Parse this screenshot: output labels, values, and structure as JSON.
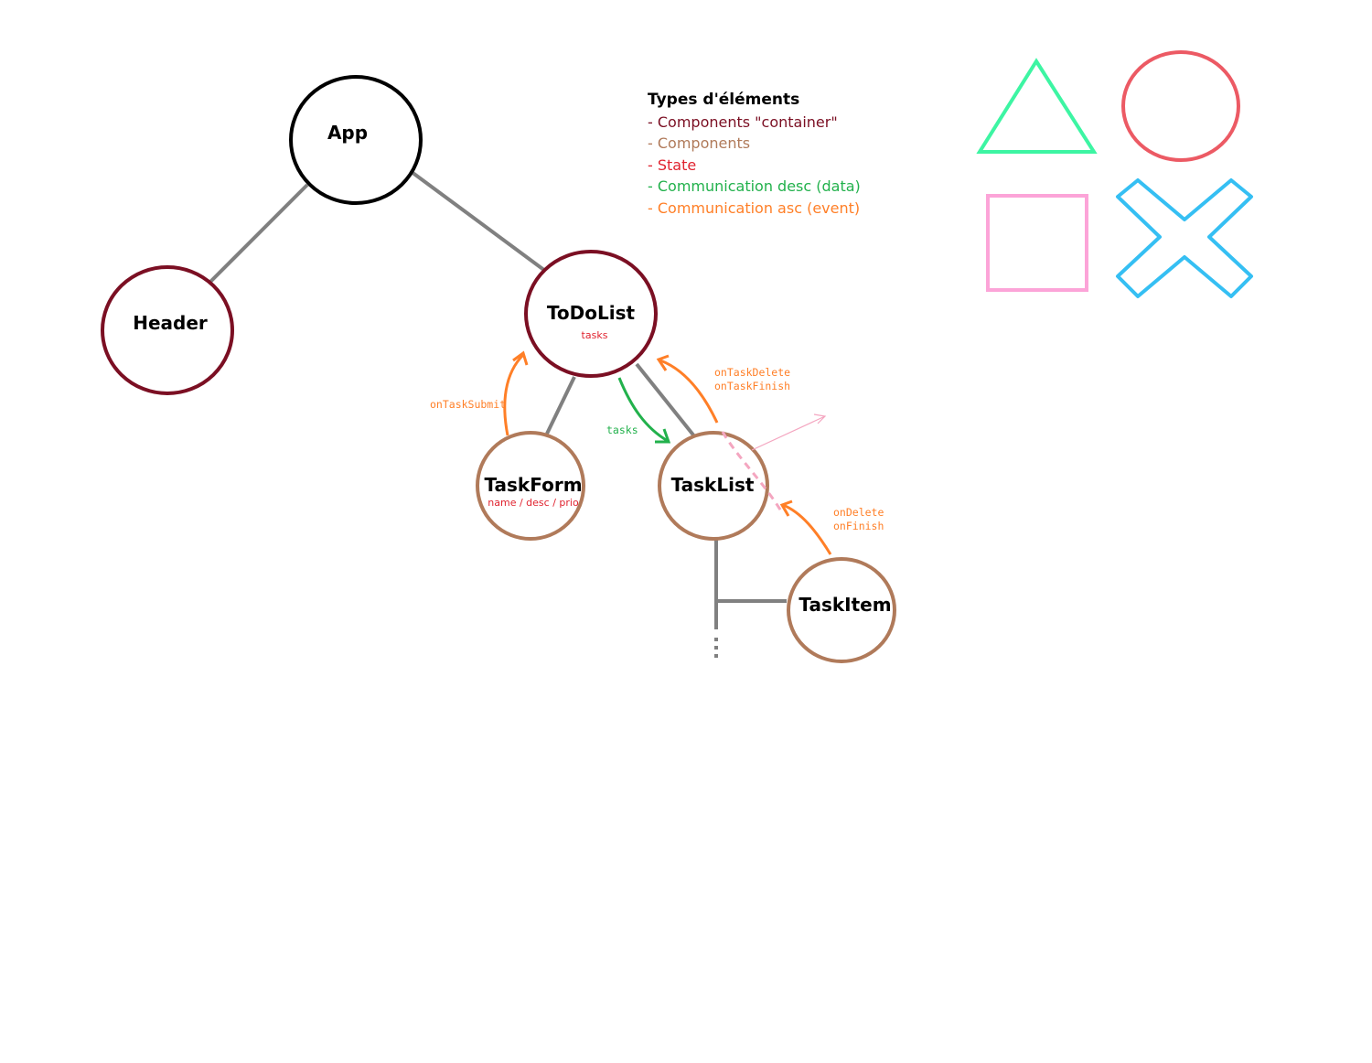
{
  "nodes": {
    "app": {
      "label": "App",
      "state": ""
    },
    "header": {
      "label": "Header",
      "state": ""
    },
    "todolist": {
      "label": "ToDoList",
      "state": "tasks"
    },
    "taskform": {
      "label": "TaskForm",
      "state": "name / desc / prio"
    },
    "tasklist": {
      "label": "TaskList",
      "state": ""
    },
    "taskitem": {
      "label": "TaskItem",
      "state": ""
    }
  },
  "edges": {
    "on_task_submit": "onTaskSubmit",
    "tasks_down": "tasks",
    "on_task_delete": "onTaskDelete",
    "on_task_finish": "onTaskFinish",
    "on_delete": "onDelete",
    "on_finish": "onFinish"
  },
  "legend": {
    "title": "Types d'éléments",
    "items": [
      {
        "text": "- Components \"container\"",
        "color": "#7b0f23"
      },
      {
        "text": "- Components",
        "color": "#b07a5a"
      },
      {
        "text": "- State",
        "color": "#e0232f"
      },
      {
        "text": "- Communication desc (data)",
        "color": "#22b14c"
      },
      {
        "text": "- Communication asc (event)",
        "color": "#ff7f27"
      }
    ]
  },
  "colors": {
    "root": "#000000",
    "container": "#7b0f23",
    "component": "#b07a5a",
    "state": "#e0232f",
    "data_flow": "#22b14c",
    "event_flow": "#ff7f27",
    "link": "#808080",
    "triangle": "#3df5a3",
    "circle": "#ec5a64",
    "square": "#fca4d8",
    "cross": "#35bff3",
    "pink_arrow": "#f4a6c0"
  },
  "symbols": [
    "triangle-icon",
    "circle-icon",
    "square-icon",
    "cross-icon"
  ]
}
